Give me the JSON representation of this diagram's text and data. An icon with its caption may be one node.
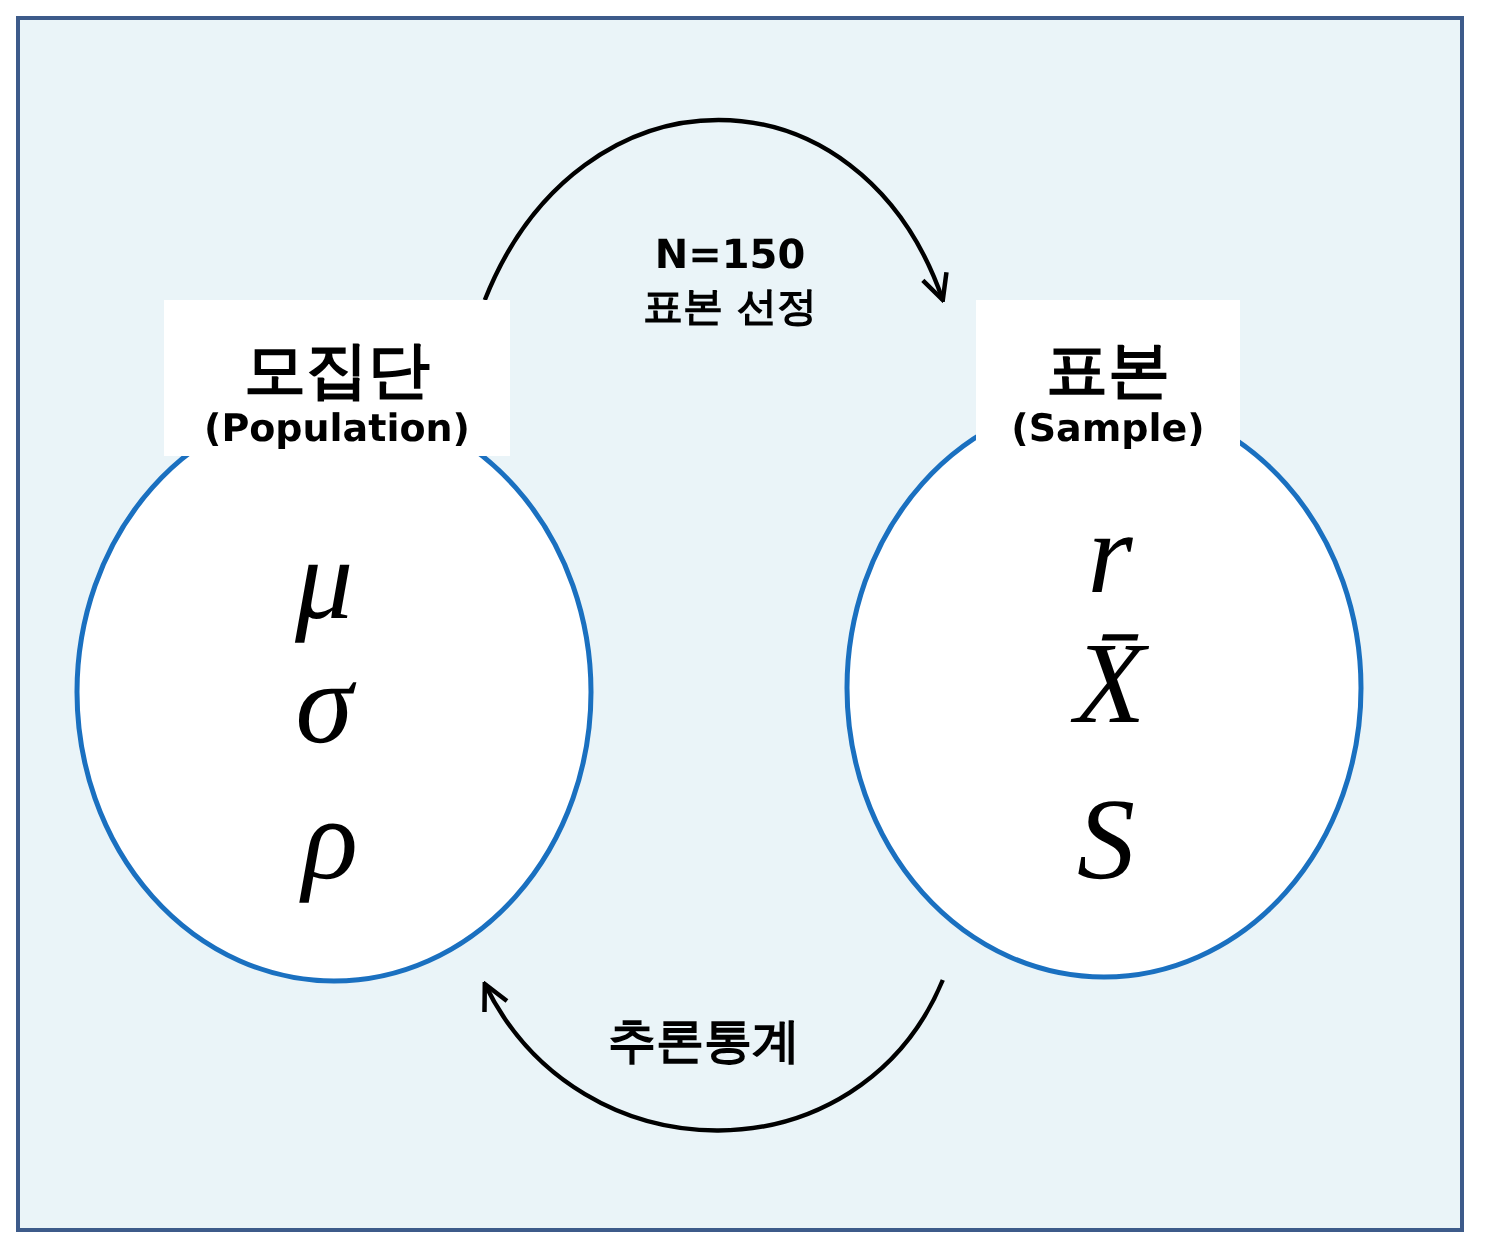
{
  "diagram": {
    "nodes": [
      {
        "text": [
          "모집단",
          "(Population)",
          "μ",
          "σ",
          "ρ"
        ]
      },
      {
        "text": [
          "표본",
          "(Sample)",
          "r",
          "X̄",
          "S"
        ]
      }
    ],
    "edges": [
      {
        "from": 0,
        "to": 1,
        "arrow": "to",
        "label": "N=150 표본 선정"
      },
      {
        "from": 1,
        "to": 0,
        "arrow": "to",
        "label": "추론통계"
      }
    ]
  }
}
